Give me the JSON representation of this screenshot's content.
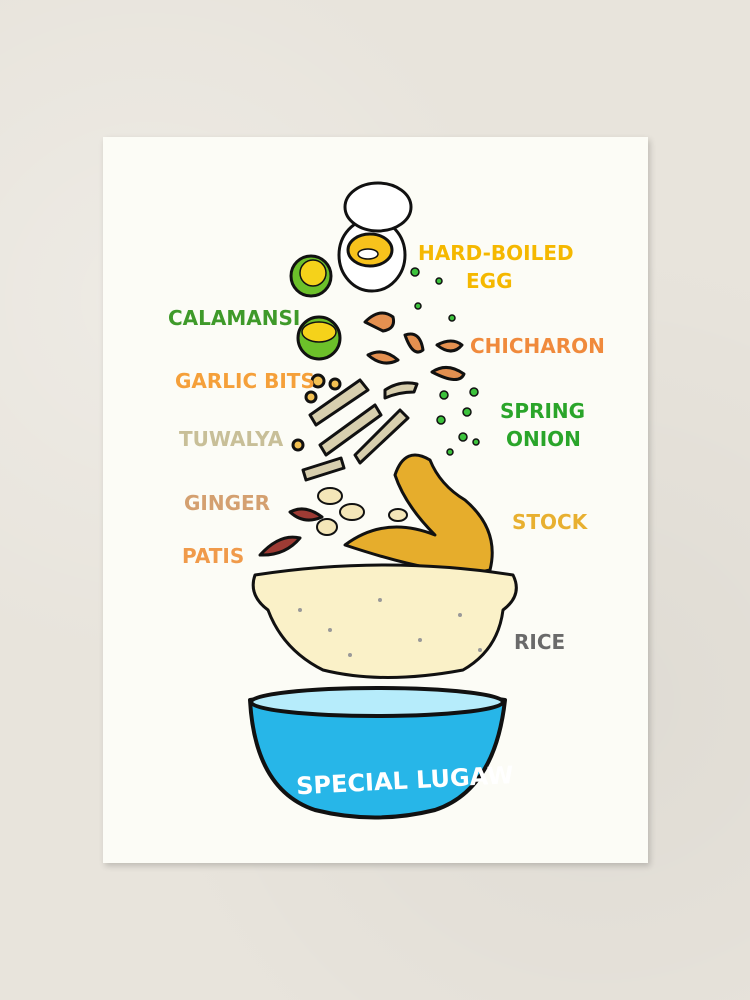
{
  "artwork": {
    "title": "SPECIAL LUGAW",
    "labels": {
      "egg_line1": "HARD-BOILED",
      "egg_line2": "EGG",
      "calamansi": "CALAMANSI",
      "chicharon": "CHICHARON",
      "garlic": "GARLIC BITS",
      "spring_line1": "SPRING",
      "spring_line2": "ONION",
      "tuwalya": "TUWALYA",
      "ginger": "GINGER",
      "stock": "STOCK",
      "patis": "PATIS",
      "rice": "RICE"
    },
    "colors": {
      "egg": "#f5b800",
      "calamansi": "#3f9a2a",
      "chicharon": "#f08a3c",
      "garlic": "#f5a03a",
      "spring": "#2aa52a",
      "tuwalya": "#c8bf98",
      "ginger": "#d4a070",
      "stock": "#e8b030",
      "patis": "#f09a4a",
      "rice": "#6a6a6a",
      "bowl": "#27b6e8",
      "paper": "#fcfcf6",
      "wall": "#e8e4dc"
    }
  }
}
